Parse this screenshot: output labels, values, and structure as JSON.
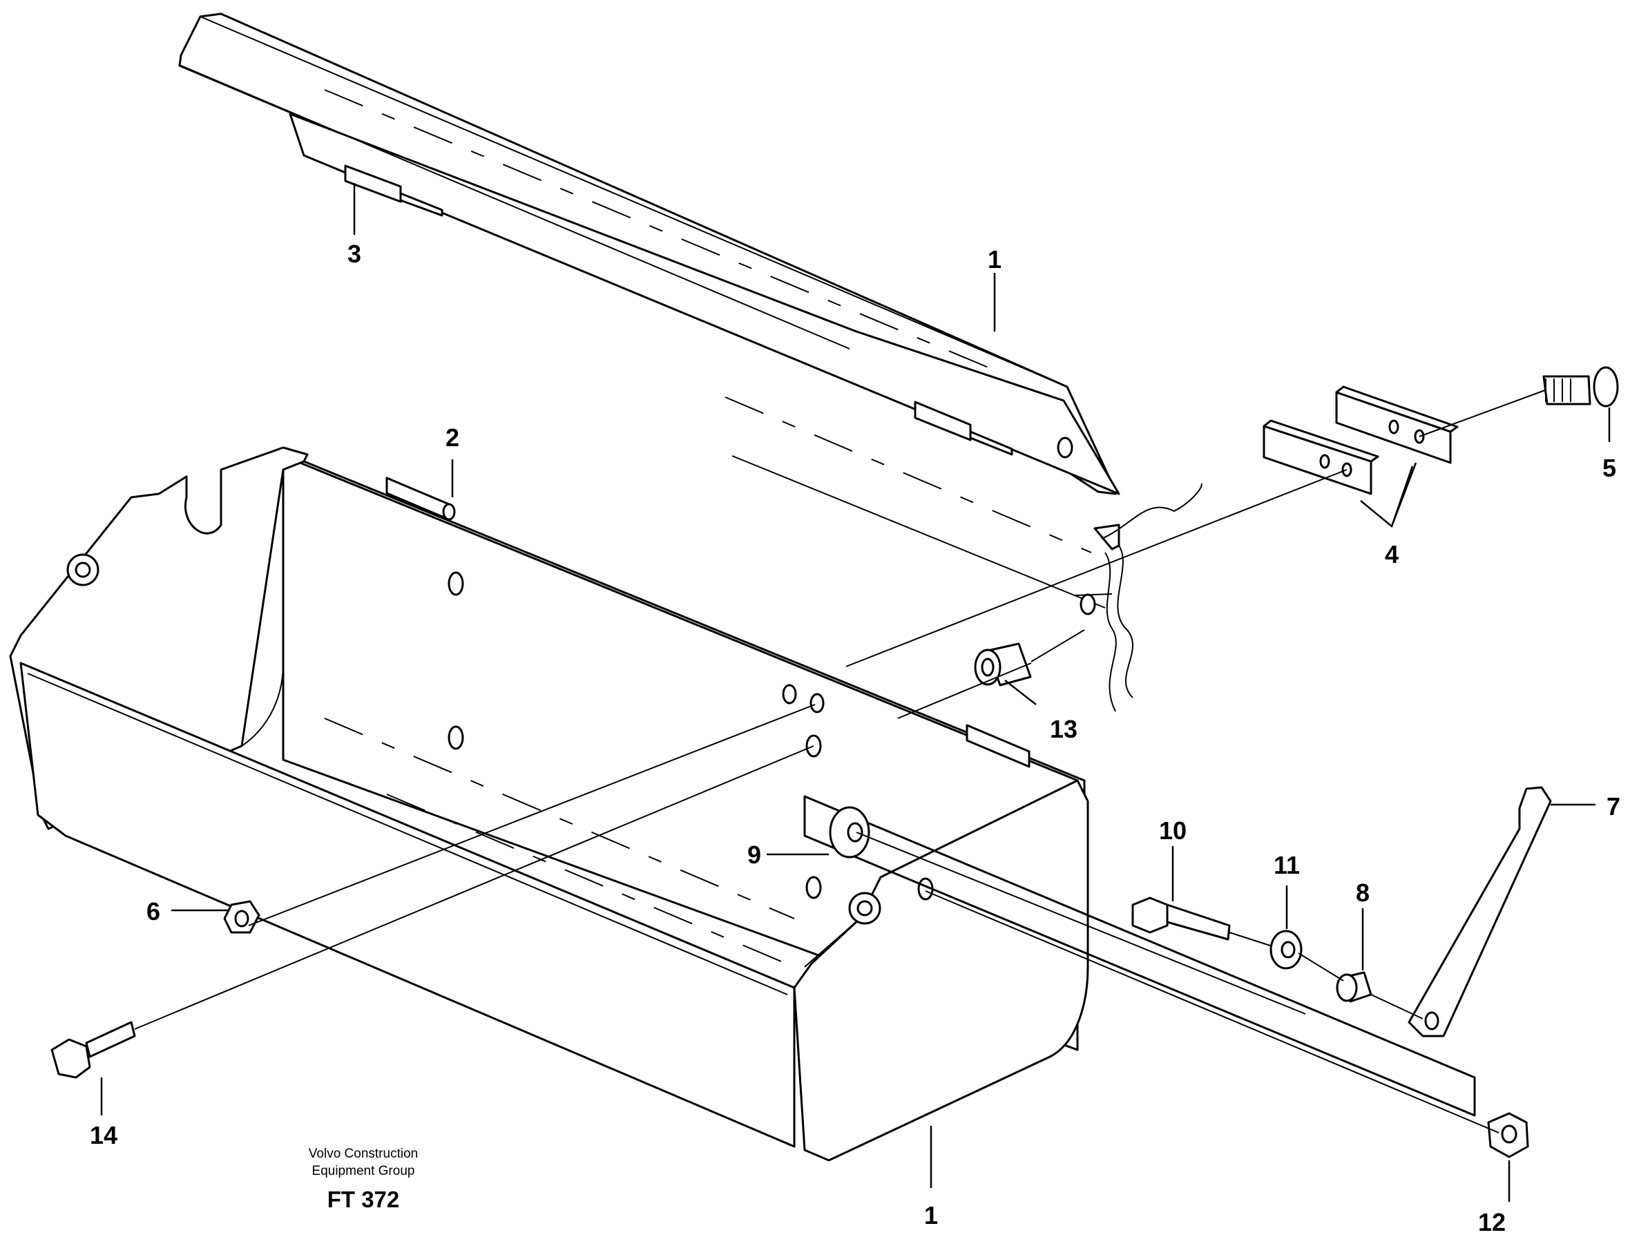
{
  "callouts": {
    "c1_top": "1",
    "c1_bottom": "1",
    "c2": "2",
    "c3": "3",
    "c4": "4",
    "c5": "5",
    "c6": "6",
    "c7": "7",
    "c8": "8",
    "c9": "9",
    "c10": "10",
    "c11": "11",
    "c12": "12",
    "c13": "13",
    "c14": "14"
  },
  "credit": {
    "line1": "Volvo Construction",
    "line2": "Equipment Group"
  },
  "figure_id": "FT 372"
}
